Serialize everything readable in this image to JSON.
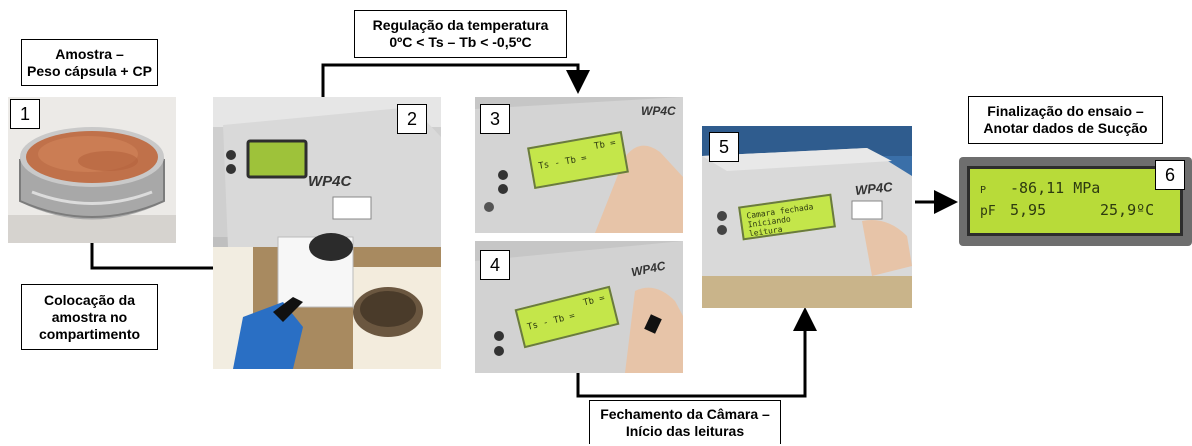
{
  "labels": {
    "sample_l1": "Amostra –",
    "sample_l2": "Peso cápsula + CP",
    "temp_l1": "Regulação da temperatura",
    "temp_l2": "0ºC < Ts – Tb < -0,5ºC",
    "place_l1": "Colocação da",
    "place_l2": "amostra no",
    "place_l3": "compartimento",
    "close_l1": "Fechamento da Câmara –",
    "close_l2": "Início das leituras",
    "final_l1": "Finalização do ensaio –",
    "final_l2": "Anotar dados de Sucção"
  },
  "steps": {
    "s1": "1",
    "s2": "2",
    "s3": "3",
    "s4": "4",
    "s5": "5",
    "s6": "6"
  },
  "device": {
    "brand": "WP4C",
    "lcd3_line1": "Tb =",
    "lcd3_line2": "Ts - Tb =",
    "lcd4_line1": "Tb =",
    "lcd4_line2": "Ts - Tb =",
    "lcd5_line1": "Camara fechada",
    "lcd5_line2": "Iniciando leitura"
  },
  "final_display": {
    "row1_label": "P",
    "row1_value": "-86,11 MPa",
    "row2_label": "pF",
    "row2_value": "5,95",
    "row2_temp": "25,9ºC"
  },
  "colors": {
    "lcd": "#c4e64a",
    "arrow": "#000000"
  }
}
